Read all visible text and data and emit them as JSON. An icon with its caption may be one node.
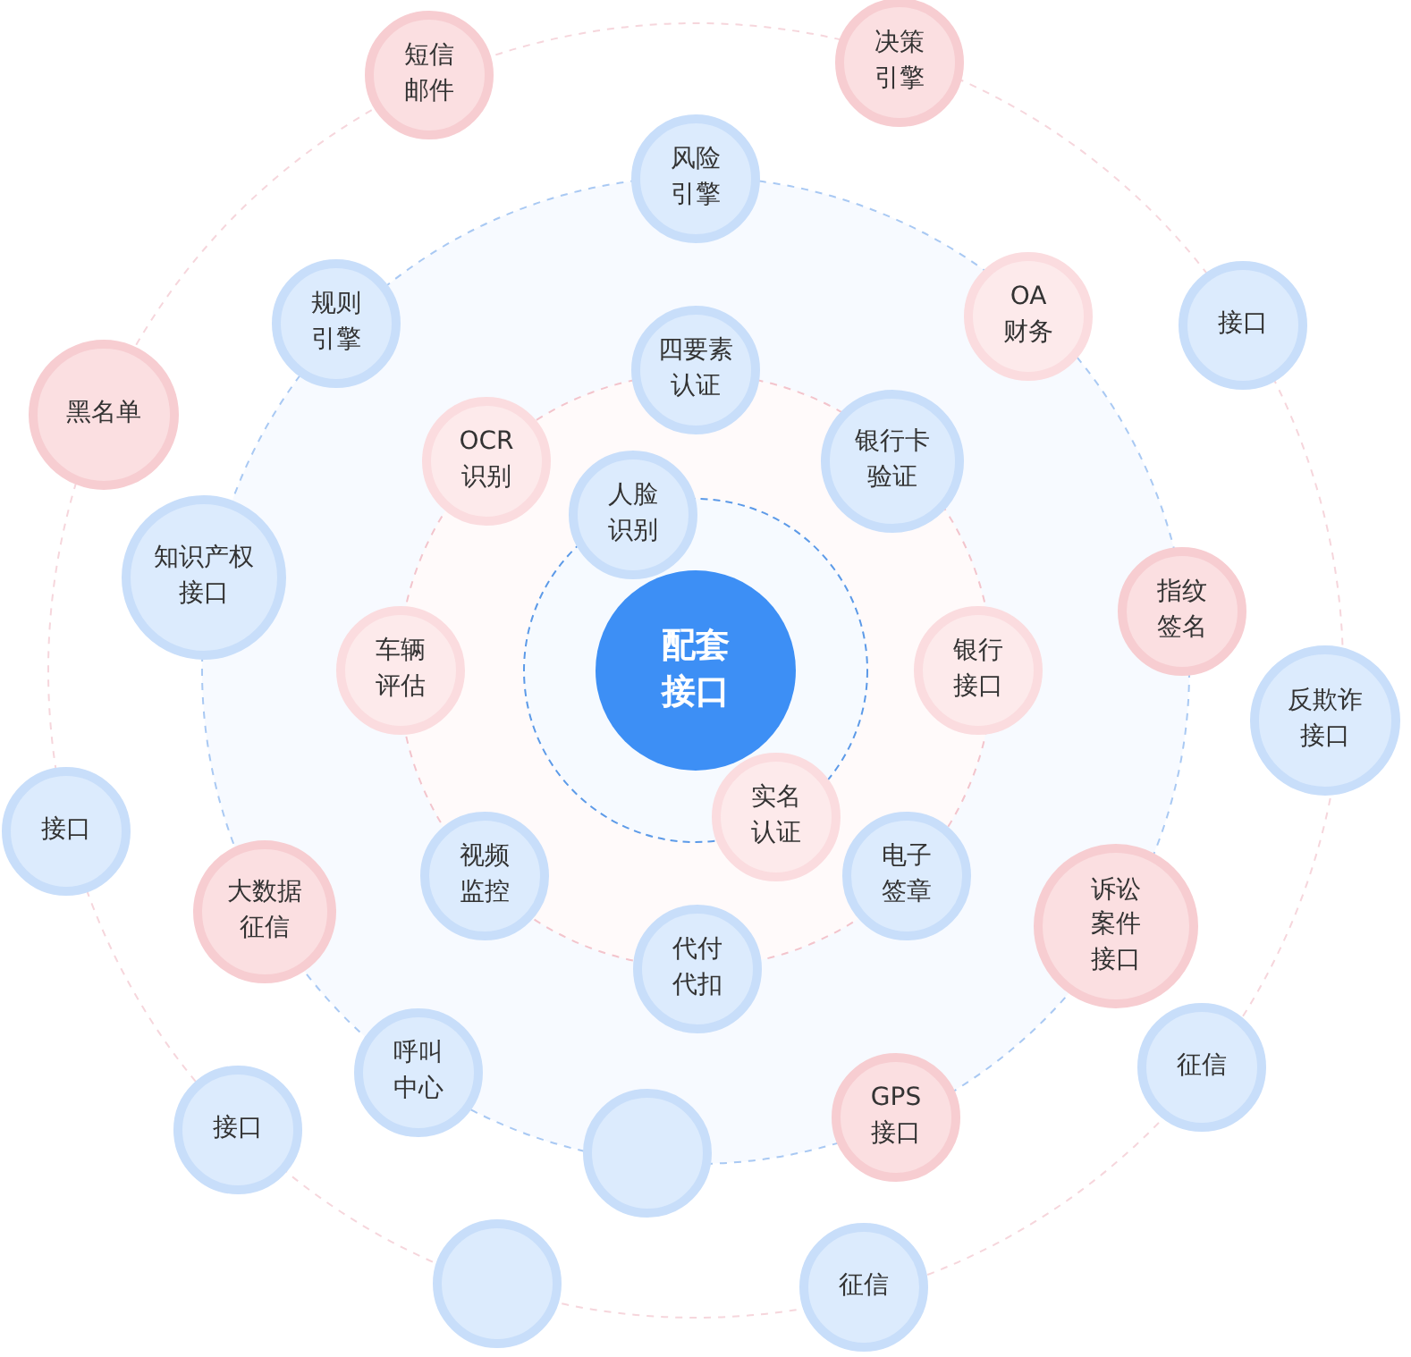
{
  "diagram": {
    "nodes": [
      {
        "text": [
          "配套接口"
        ]
      },
      {
        "text": [
          "短信邮件"
        ]
      },
      {
        "text": [
          "决策引擎"
        ]
      },
      {
        "text": [
          "风险引擎"
        ]
      },
      {
        "text": [
          "OA财务"
        ]
      },
      {
        "text": [
          "接口"
        ]
      },
      {
        "text": [
          "规则引擎"
        ]
      },
      {
        "text": [
          "四要素认证"
        ]
      },
      {
        "text": [
          "黑名单"
        ]
      },
      {
        "text": [
          "OCR识别"
        ]
      },
      {
        "text": [
          "银行卡验证"
        ]
      },
      {
        "text": [
          "人脸识别"
        ]
      },
      {
        "text": [
          "知识产权接口"
        ]
      },
      {
        "text": [
          "指纹签名"
        ]
      },
      {
        "text": [
          "车辆评估"
        ]
      },
      {
        "text": [
          "银行接口"
        ]
      },
      {
        "text": [
          "反欺诈接口"
        ]
      },
      {
        "text": [
          "实名认证"
        ]
      },
      {
        "text": [
          "接口"
        ]
      },
      {
        "text": [
          "视频监控"
        ]
      },
      {
        "text": [
          "电子签章"
        ]
      },
      {
        "text": [
          "大数据征信"
        ]
      },
      {
        "text": [
          "诉讼案件接口"
        ]
      },
      {
        "text": [
          "代付代扣"
        ]
      },
      {
        "text": [
          "呼叫中心"
        ]
      },
      {
        "text": [
          "征信"
        ]
      },
      {
        "text": [
          "接口"
        ]
      },
      {
        "text": [],
        "shape": "circle"
      },
      {
        "text": [
          "GPS接口"
        ]
      },
      {
        "text": [],
        "shape": "circle"
      },
      {
        "text": [
          "征信"
        ]
      }
    ]
  }
}
